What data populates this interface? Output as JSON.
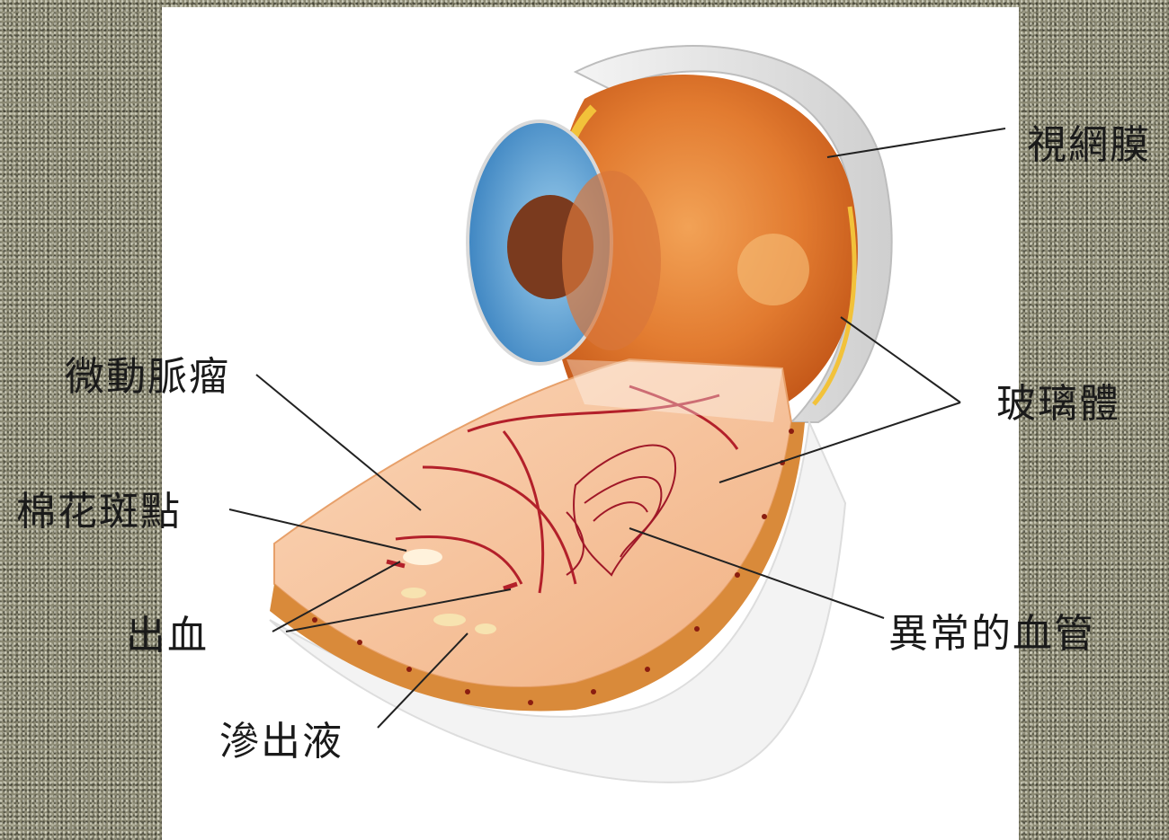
{
  "labels": {
    "retina": "視網膜",
    "vitreous": "玻璃體",
    "microaneurysm": "微動脈瘤",
    "cotton_wool_spots": "棉花斑點",
    "hemorrhage": "出血",
    "abnormal_vessels": "異常的血管",
    "exudate": "滲出液"
  },
  "colors": {
    "background": "#8c8a74",
    "panel": "#ffffff",
    "eye_orange": "#e07a2e",
    "iris_blue": "#5aa7d6",
    "vessel_red": "#b3202a",
    "leader_line": "#222222"
  }
}
